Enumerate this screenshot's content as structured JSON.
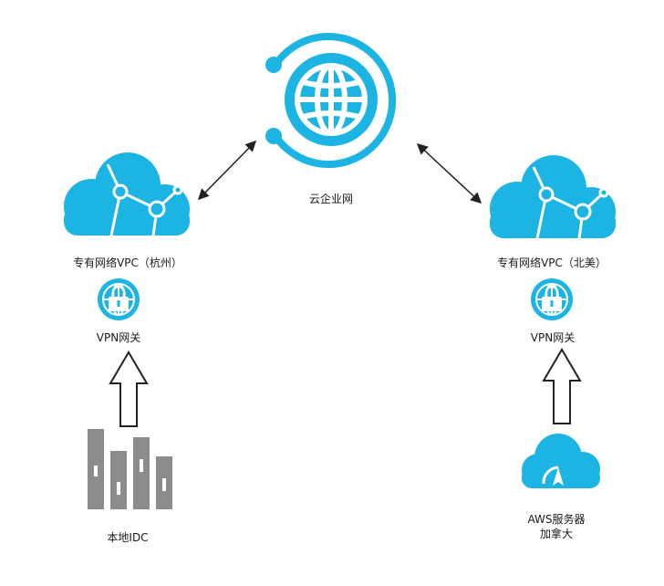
{
  "center": {
    "label": "云企业网"
  },
  "left": {
    "vpc_label": "专有网络VPC（杭州）",
    "vpn_label": "VPN网关",
    "source_label": "本地IDC"
  },
  "right": {
    "vpc_label": "专有网络VPC（北美）",
    "vpn_label": "VPN网关",
    "source_label_line1": "AWS服务器",
    "source_label_line2": "加拿大"
  },
  "colors": {
    "accent": "#1CB4E3",
    "idc_gray": "#8C8C8C",
    "arrow": "#222222"
  },
  "icons": [
    "globe-icon",
    "cloud-network-icon",
    "vpn-gateway-icon",
    "idc-building-icon",
    "cloud-upload-icon"
  ]
}
